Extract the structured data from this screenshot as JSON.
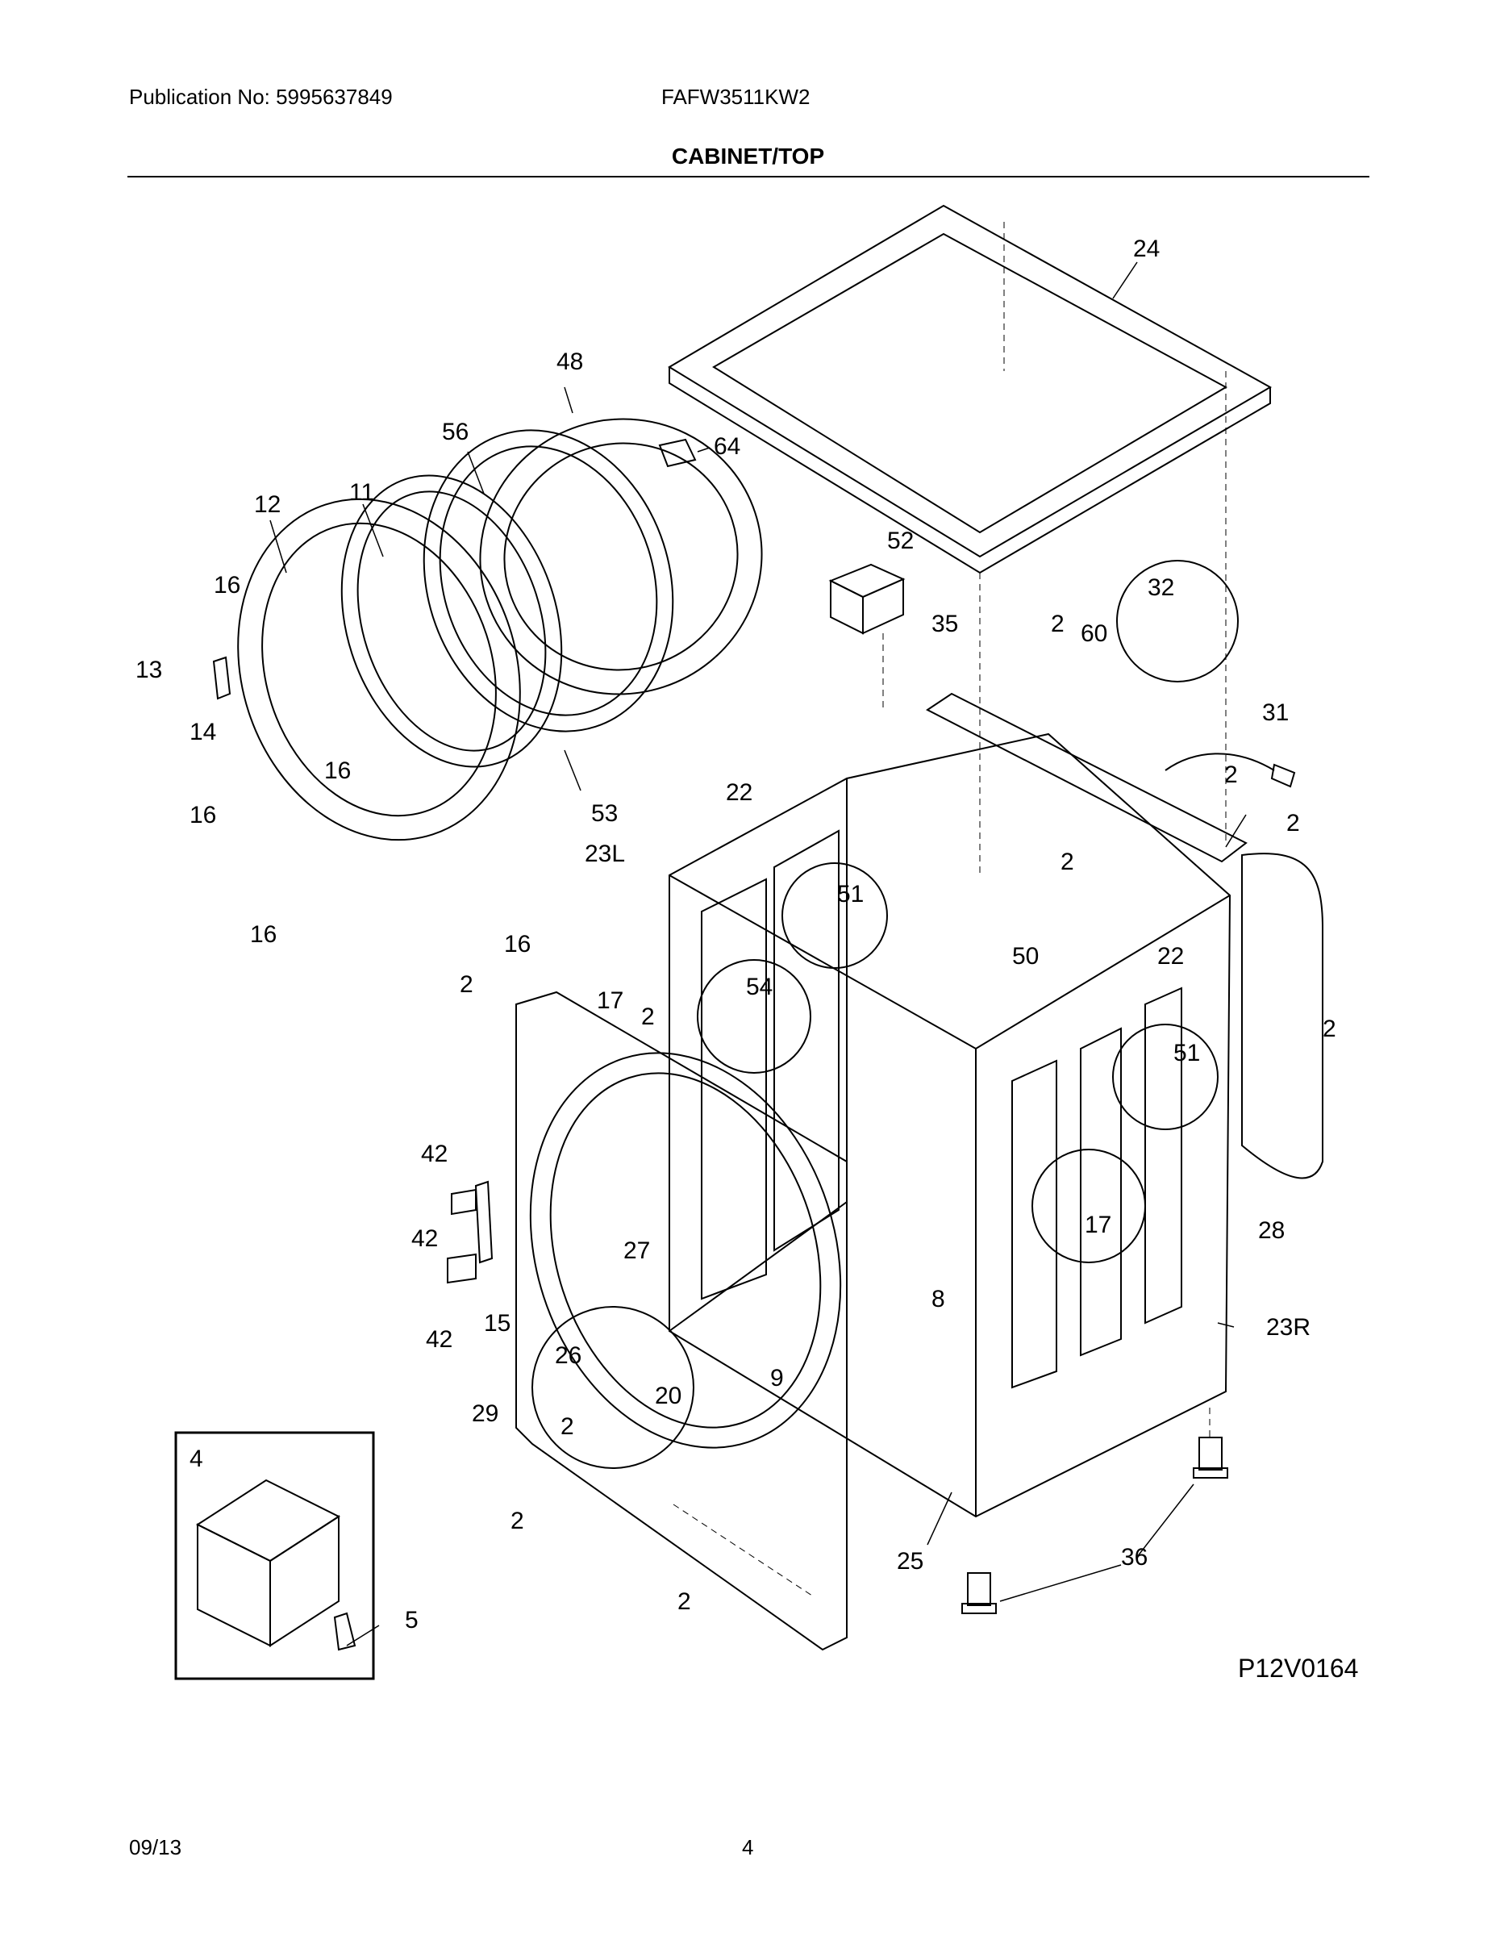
{
  "header": {
    "publication": "Publication No: 5995637849",
    "model": "FAFW3511KW2",
    "title": "CABINET/TOP"
  },
  "diagram_code": "P12V0164",
  "footer": {
    "date": "09/13",
    "page": "4"
  },
  "callouts": [
    "24",
    "48",
    "64",
    "56",
    "12",
    "11",
    "16",
    "13",
    "14",
    "16",
    "16",
    "53",
    "16",
    "16",
    "52",
    "35",
    "2",
    "60",
    "32",
    "31",
    "2",
    "2",
    "22",
    "23L",
    "51",
    "2",
    "50",
    "22",
    "54",
    "17",
    "2",
    "2",
    "42",
    "42",
    "42",
    "27",
    "15",
    "26",
    "20",
    "29",
    "2",
    "9",
    "8",
    "17",
    "51",
    "28",
    "23R",
    "2",
    "2",
    "25",
    "36",
    "2",
    "4",
    "5"
  ]
}
